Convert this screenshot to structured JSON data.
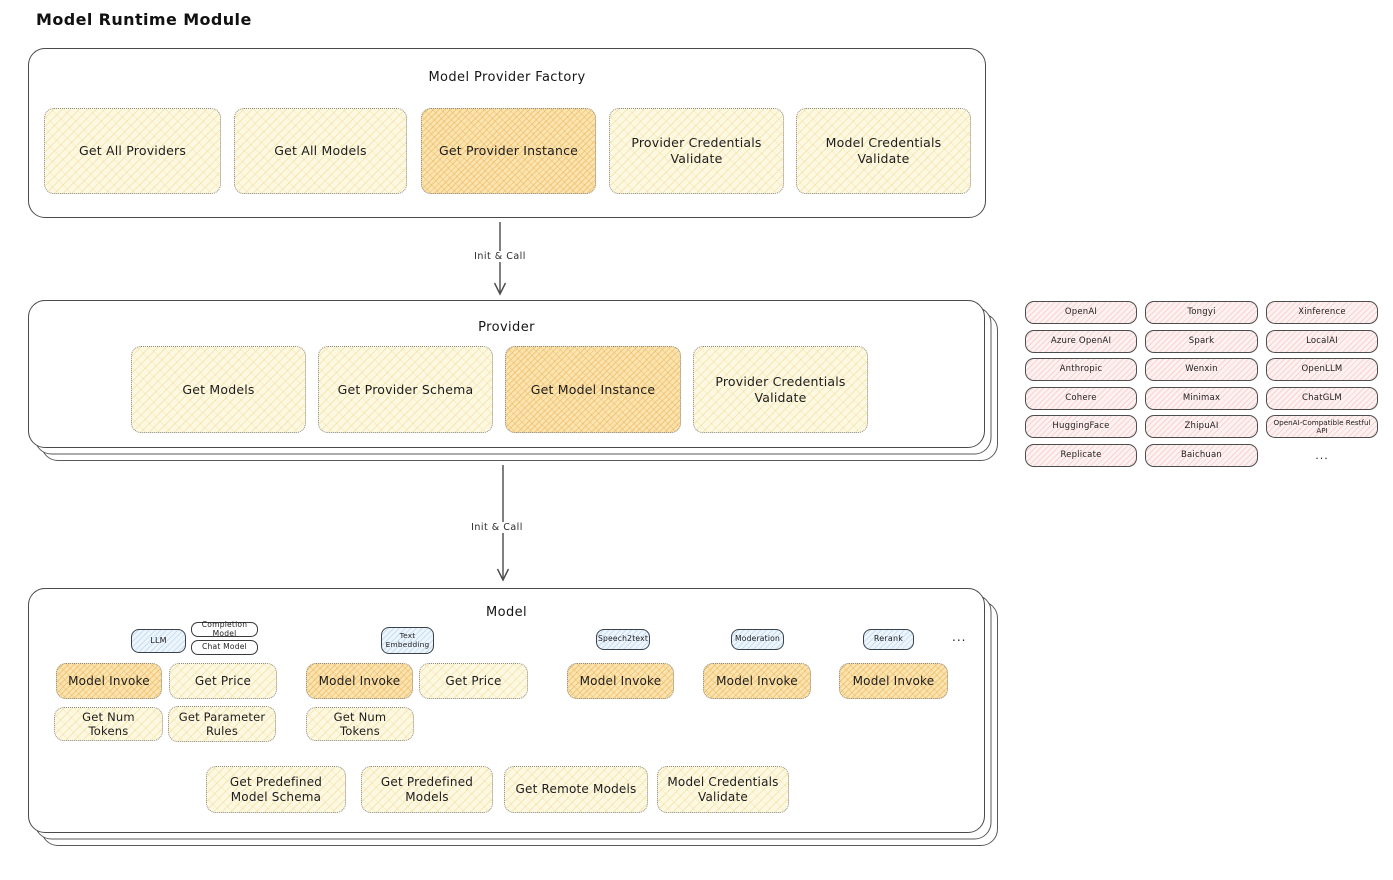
{
  "title": "Model Runtime Module",
  "factory": {
    "title": "Model Provider Factory",
    "boxes": [
      {
        "label": "Get All Providers",
        "highlight": false
      },
      {
        "label": "Get All Models",
        "highlight": false
      },
      {
        "label": "Get Provider Instance",
        "highlight": true
      },
      {
        "label": "Provider Credentials Validate",
        "highlight": false
      },
      {
        "label": "Model Credentials Validate",
        "highlight": false
      }
    ]
  },
  "arrow1": {
    "label": "Init & Call"
  },
  "arrow2": {
    "label": "Init & Call"
  },
  "provider": {
    "title": "Provider",
    "boxes": [
      {
        "label": "Get Models",
        "highlight": false
      },
      {
        "label": "Get Provider Schema",
        "highlight": false
      },
      {
        "label": "Get Model Instance",
        "highlight": true
      },
      {
        "label": "Provider Credentials Validate",
        "highlight": false
      }
    ]
  },
  "model": {
    "title": "Model",
    "tags": {
      "llm": "LLM",
      "completion": "Completion Model",
      "chat": "Chat Model",
      "text_embedding": "Text Embedding",
      "speech2text": "Speech2text",
      "moderation": "Moderation",
      "rerank": "Rerank",
      "more": "..."
    },
    "row1": [
      "Model Invoke",
      "Get Price",
      "Model Invoke",
      "Get Price",
      "Model Invoke",
      "Model Invoke",
      "Model Invoke"
    ],
    "row2": [
      "Get Num Tokens",
      "Get Parameter Rules",
      "Get Num Tokens"
    ],
    "row3": [
      "Get Predefined Model Schema",
      "Get Predefined Models",
      "Get Remote Models",
      "Model Credentials Validate"
    ]
  },
  "vendors": {
    "items": [
      "OpenAI",
      "Tongyi",
      "Xinference",
      "Azure OpenAI",
      "Spark",
      "LocalAI",
      "Anthropic",
      "Wenxin",
      "OpenLLM",
      "Cohere",
      "Minimax",
      "ChatGLM",
      "HuggingFace",
      "ZhipuAI",
      "OpenAI-Compatible Restful API",
      "Replicate",
      "Baichuan"
    ],
    "more": "..."
  },
  "colors": {
    "highlight_orange": "#f0b65a",
    "box_yellow": "#fdf8e2",
    "vendor_pink": "#fdd5d5",
    "tag_blue": "#d4e8f8",
    "stroke": "#4a4a4a"
  }
}
